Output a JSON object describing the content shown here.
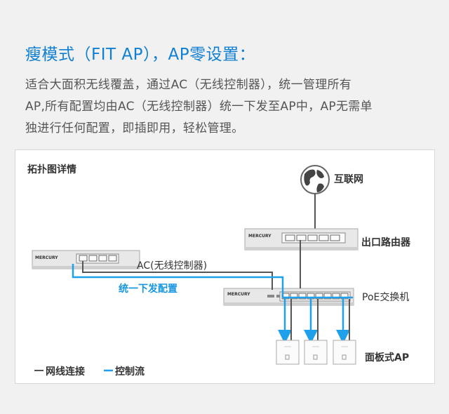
{
  "heading": "瘦模式（FIT AP），AP零设置：",
  "paragraph_lines": [
    "适合大面积无线覆盖，通过AC（无线控制器），统一管理所有",
    "AP,所有配置均由AC（无线控制器）统一下发至AP中，AP无需单",
    "独进行任何配置，即插即用，轻松管理。"
  ],
  "diagram": {
    "title": "拓扑图详情",
    "nodes": {
      "internet": "互联网",
      "router": "出口路由器",
      "ac": "AC(无线控制器)",
      "poe_switch": "PoE交换机",
      "panel_ap": "面板式AP"
    },
    "device_brand": "MERCURY",
    "control_flow_label": "统一下发配置",
    "legend": {
      "network": "网线连接",
      "control": "控制流"
    }
  },
  "colors": {
    "heading": "#0f7fd3",
    "control_flow": "#1ea1ea",
    "cable": "#555555"
  }
}
